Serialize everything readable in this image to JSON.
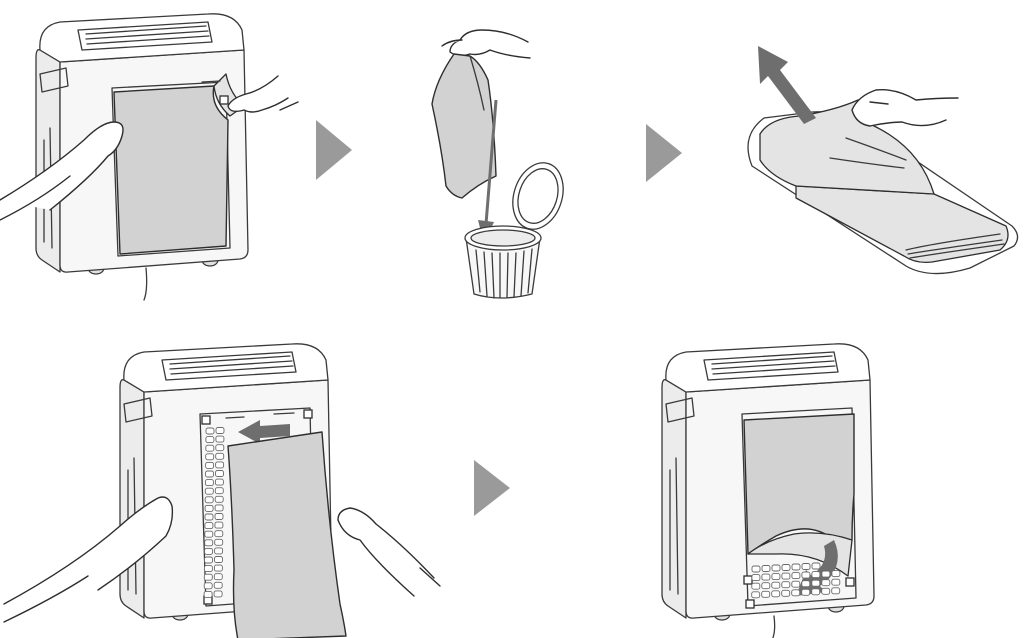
{
  "figure": {
    "steps": [
      {
        "id": 1,
        "action": "peel-off-used-prefilter"
      },
      {
        "id": 2,
        "action": "discard-used-sheet"
      },
      {
        "id": 3,
        "action": "take-new-sheet-from-roll"
      },
      {
        "id": 4,
        "action": "attach-new-sheet"
      },
      {
        "id": 5,
        "action": "fold-bottom-of-sheet"
      }
    ],
    "arrow_color": "#9a9a9a",
    "sheet_color": "#d2d2d2",
    "icons": [
      "step-arrow-icon",
      "hand-icon",
      "direction-arrow-icon"
    ]
  }
}
